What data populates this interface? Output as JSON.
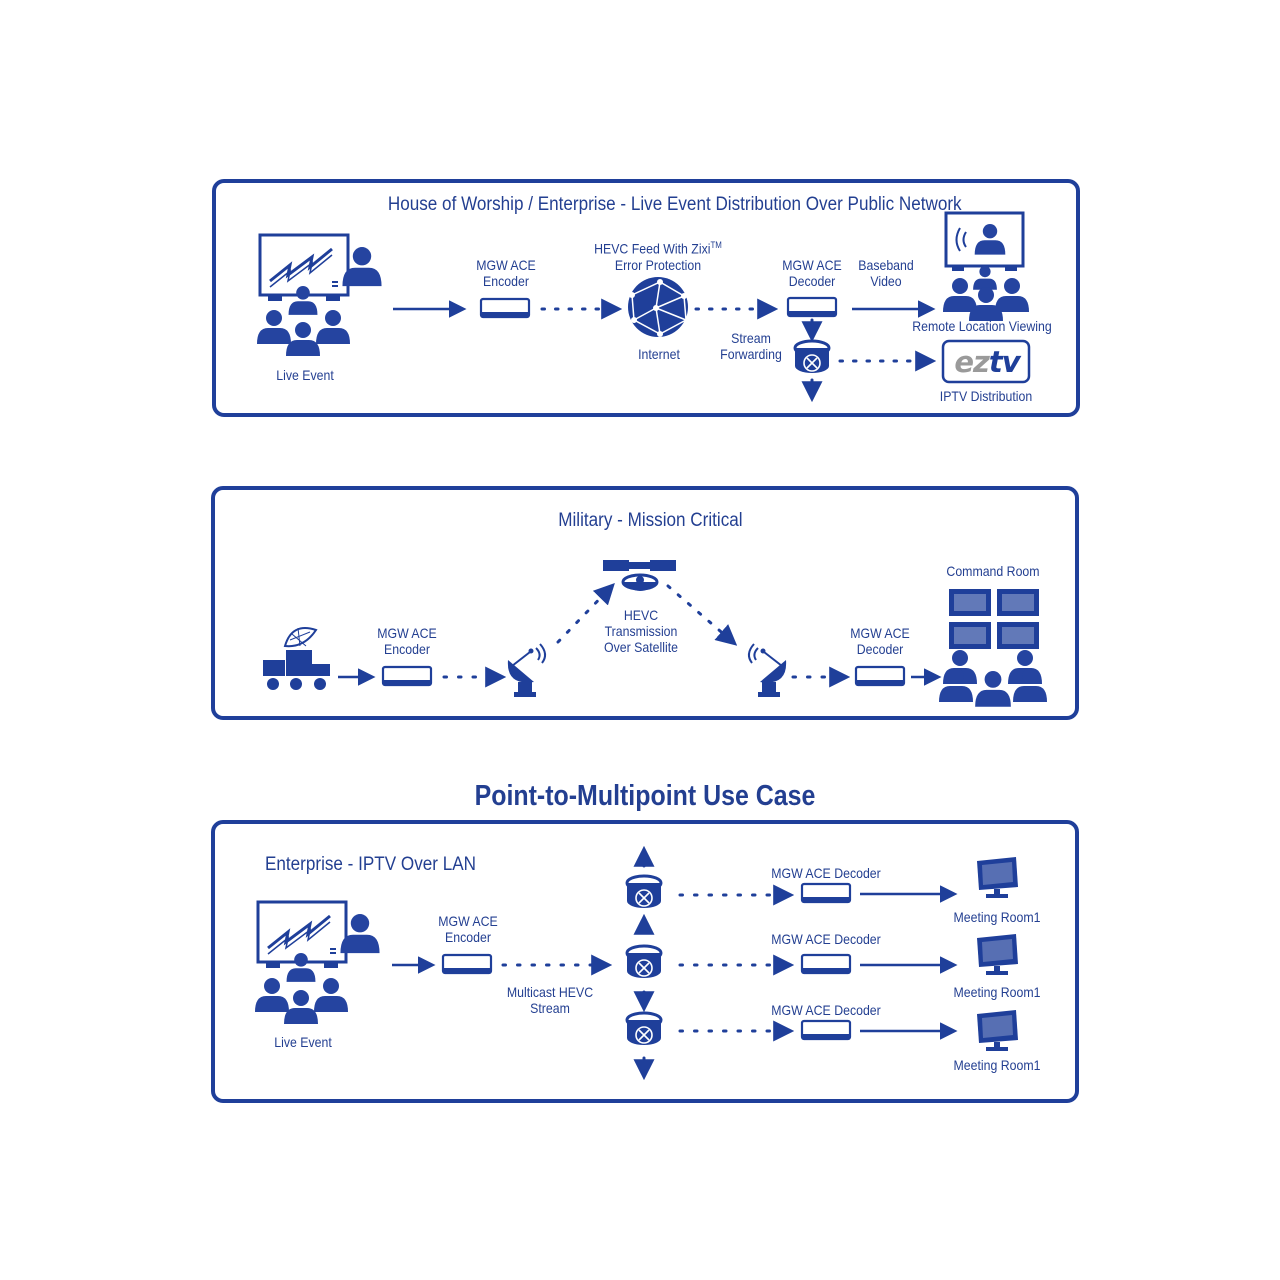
{
  "colors": {
    "primary": "#233f91",
    "line": "#1f3f9a",
    "logo_gray": "#9a9a9a"
  },
  "panel1": {
    "title": "House of Worship / Enterprise - Live Event Distribution Over Public Network",
    "live_event": "Live Event",
    "encoder_l1": "MGW ACE",
    "encoder_l2": "Encoder",
    "hevc_l1": "HEVC Feed With Zixi",
    "hevc_tm": "TM",
    "hevc_l2": "Error Protection",
    "internet": "Internet",
    "decoder_l1": "MGW ACE",
    "decoder_l2": "Decoder",
    "baseband_l1": "Baseband",
    "baseband_l2": "Video",
    "stream_l1": "Stream",
    "stream_l2": "Forwarding",
    "remote": "Remote Location Viewing",
    "iptv": "IPTV Distribution",
    "logo_ez": "ez",
    "logo_tv": "tv"
  },
  "panel2": {
    "title": "Military - Mission Critical",
    "encoder_l1": "MGW ACE",
    "encoder_l2": "Encoder",
    "hevc_l1": "HEVC",
    "hevc_l2": "Transmission",
    "hevc_l3": "Over Satellite",
    "decoder_l1": "MGW ACE",
    "decoder_l2": "Decoder",
    "command": "Command Room"
  },
  "heading": "Point-to-Multipoint Use Case",
  "panel3": {
    "title": "Enterprise - IPTV Over LAN",
    "live_event": "Live Event",
    "encoder_l1": "MGW ACE",
    "encoder_l2": "Encoder",
    "multicast_l1": "Multicast HEVC",
    "multicast_l2": "Stream",
    "decoders": [
      "MGW ACE Decoder",
      "MGW ACE Decoder",
      "MGW ACE Decoder"
    ],
    "rooms": [
      "Meeting Room1",
      "Meeting Room1",
      "Meeting Room1"
    ]
  }
}
